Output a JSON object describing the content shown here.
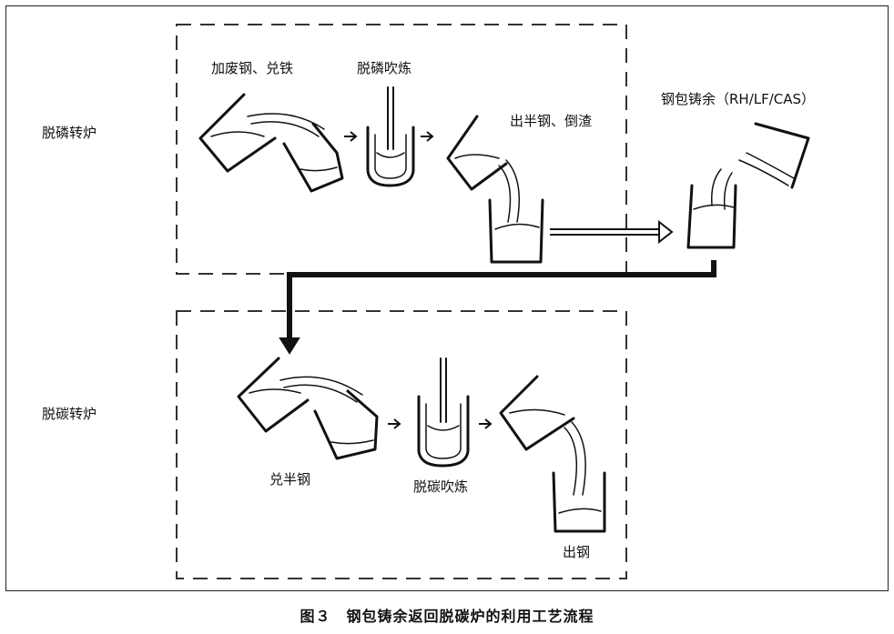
{
  "stages": {
    "dephos_converter": "脱磷转炉",
    "decarb_converter": "脱碳转炉"
  },
  "steps": {
    "charge_scrap_iron": "加废钢、兑铁",
    "dephos_blowing": "脱磷吹炼",
    "tap_semi_steel": "出半钢、倒渣",
    "ladle_residual": "钢包铸余（RH/LF/CAS）",
    "charge_semi_steel": "兑半钢",
    "decarb_blowing": "脱碳吹炼",
    "tap_steel": "出钢"
  },
  "caption": "图３　钢包铸余返回脱碳炉的利用工艺流程"
}
